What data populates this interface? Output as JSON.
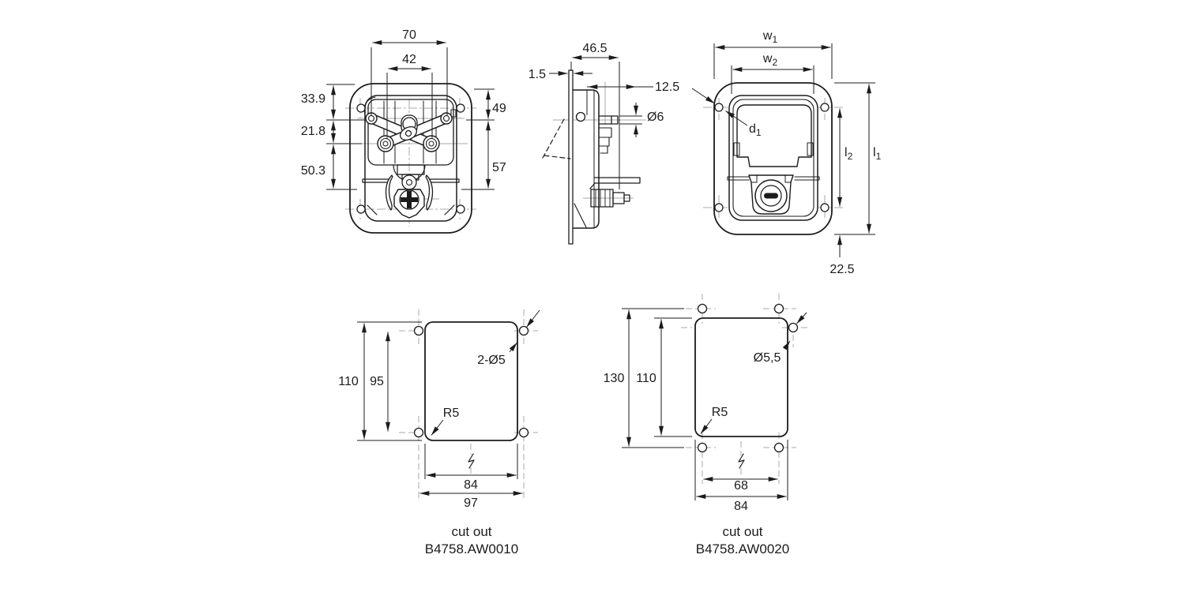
{
  "drawing": {
    "background": "#ffffff",
    "line_color": "#1c1c1c",
    "centerline_color": "#a9a9a9"
  },
  "views": {
    "back": {
      "dims": {
        "w70": "70",
        "w42": "42",
        "h339": "33.9",
        "h218": "21.8",
        "h503": "50.3",
        "h49": "49",
        "h57": "57"
      }
    },
    "side": {
      "dims": {
        "d465": "46.5",
        "t15": "1.5",
        "o125": "12.5",
        "dia6": "Ø6"
      }
    },
    "front": {
      "dims": {
        "wb": "w",
        "w1s": "1",
        "w2s": "2",
        "lb": "l",
        "l1s": "1",
        "l2s": "2",
        "db": "d",
        "d1s": "1",
        "m225": "22.5"
      }
    },
    "cutout1": {
      "dims": {
        "v110": "110",
        "v95": "95",
        "holes": "2-Ø5",
        "radius": "R5",
        "h84": "84",
        "h97": "97"
      },
      "cap1": "cut out",
      "cap2": "B4758.AW0010"
    },
    "cutout2": {
      "dims": {
        "v130": "130",
        "v110": "110",
        "holes": "Ø5,5",
        "radius": "R5",
        "h68": "68",
        "h84": "84"
      },
      "cap1": "cut out",
      "cap2": "B4758.AW0020"
    }
  }
}
